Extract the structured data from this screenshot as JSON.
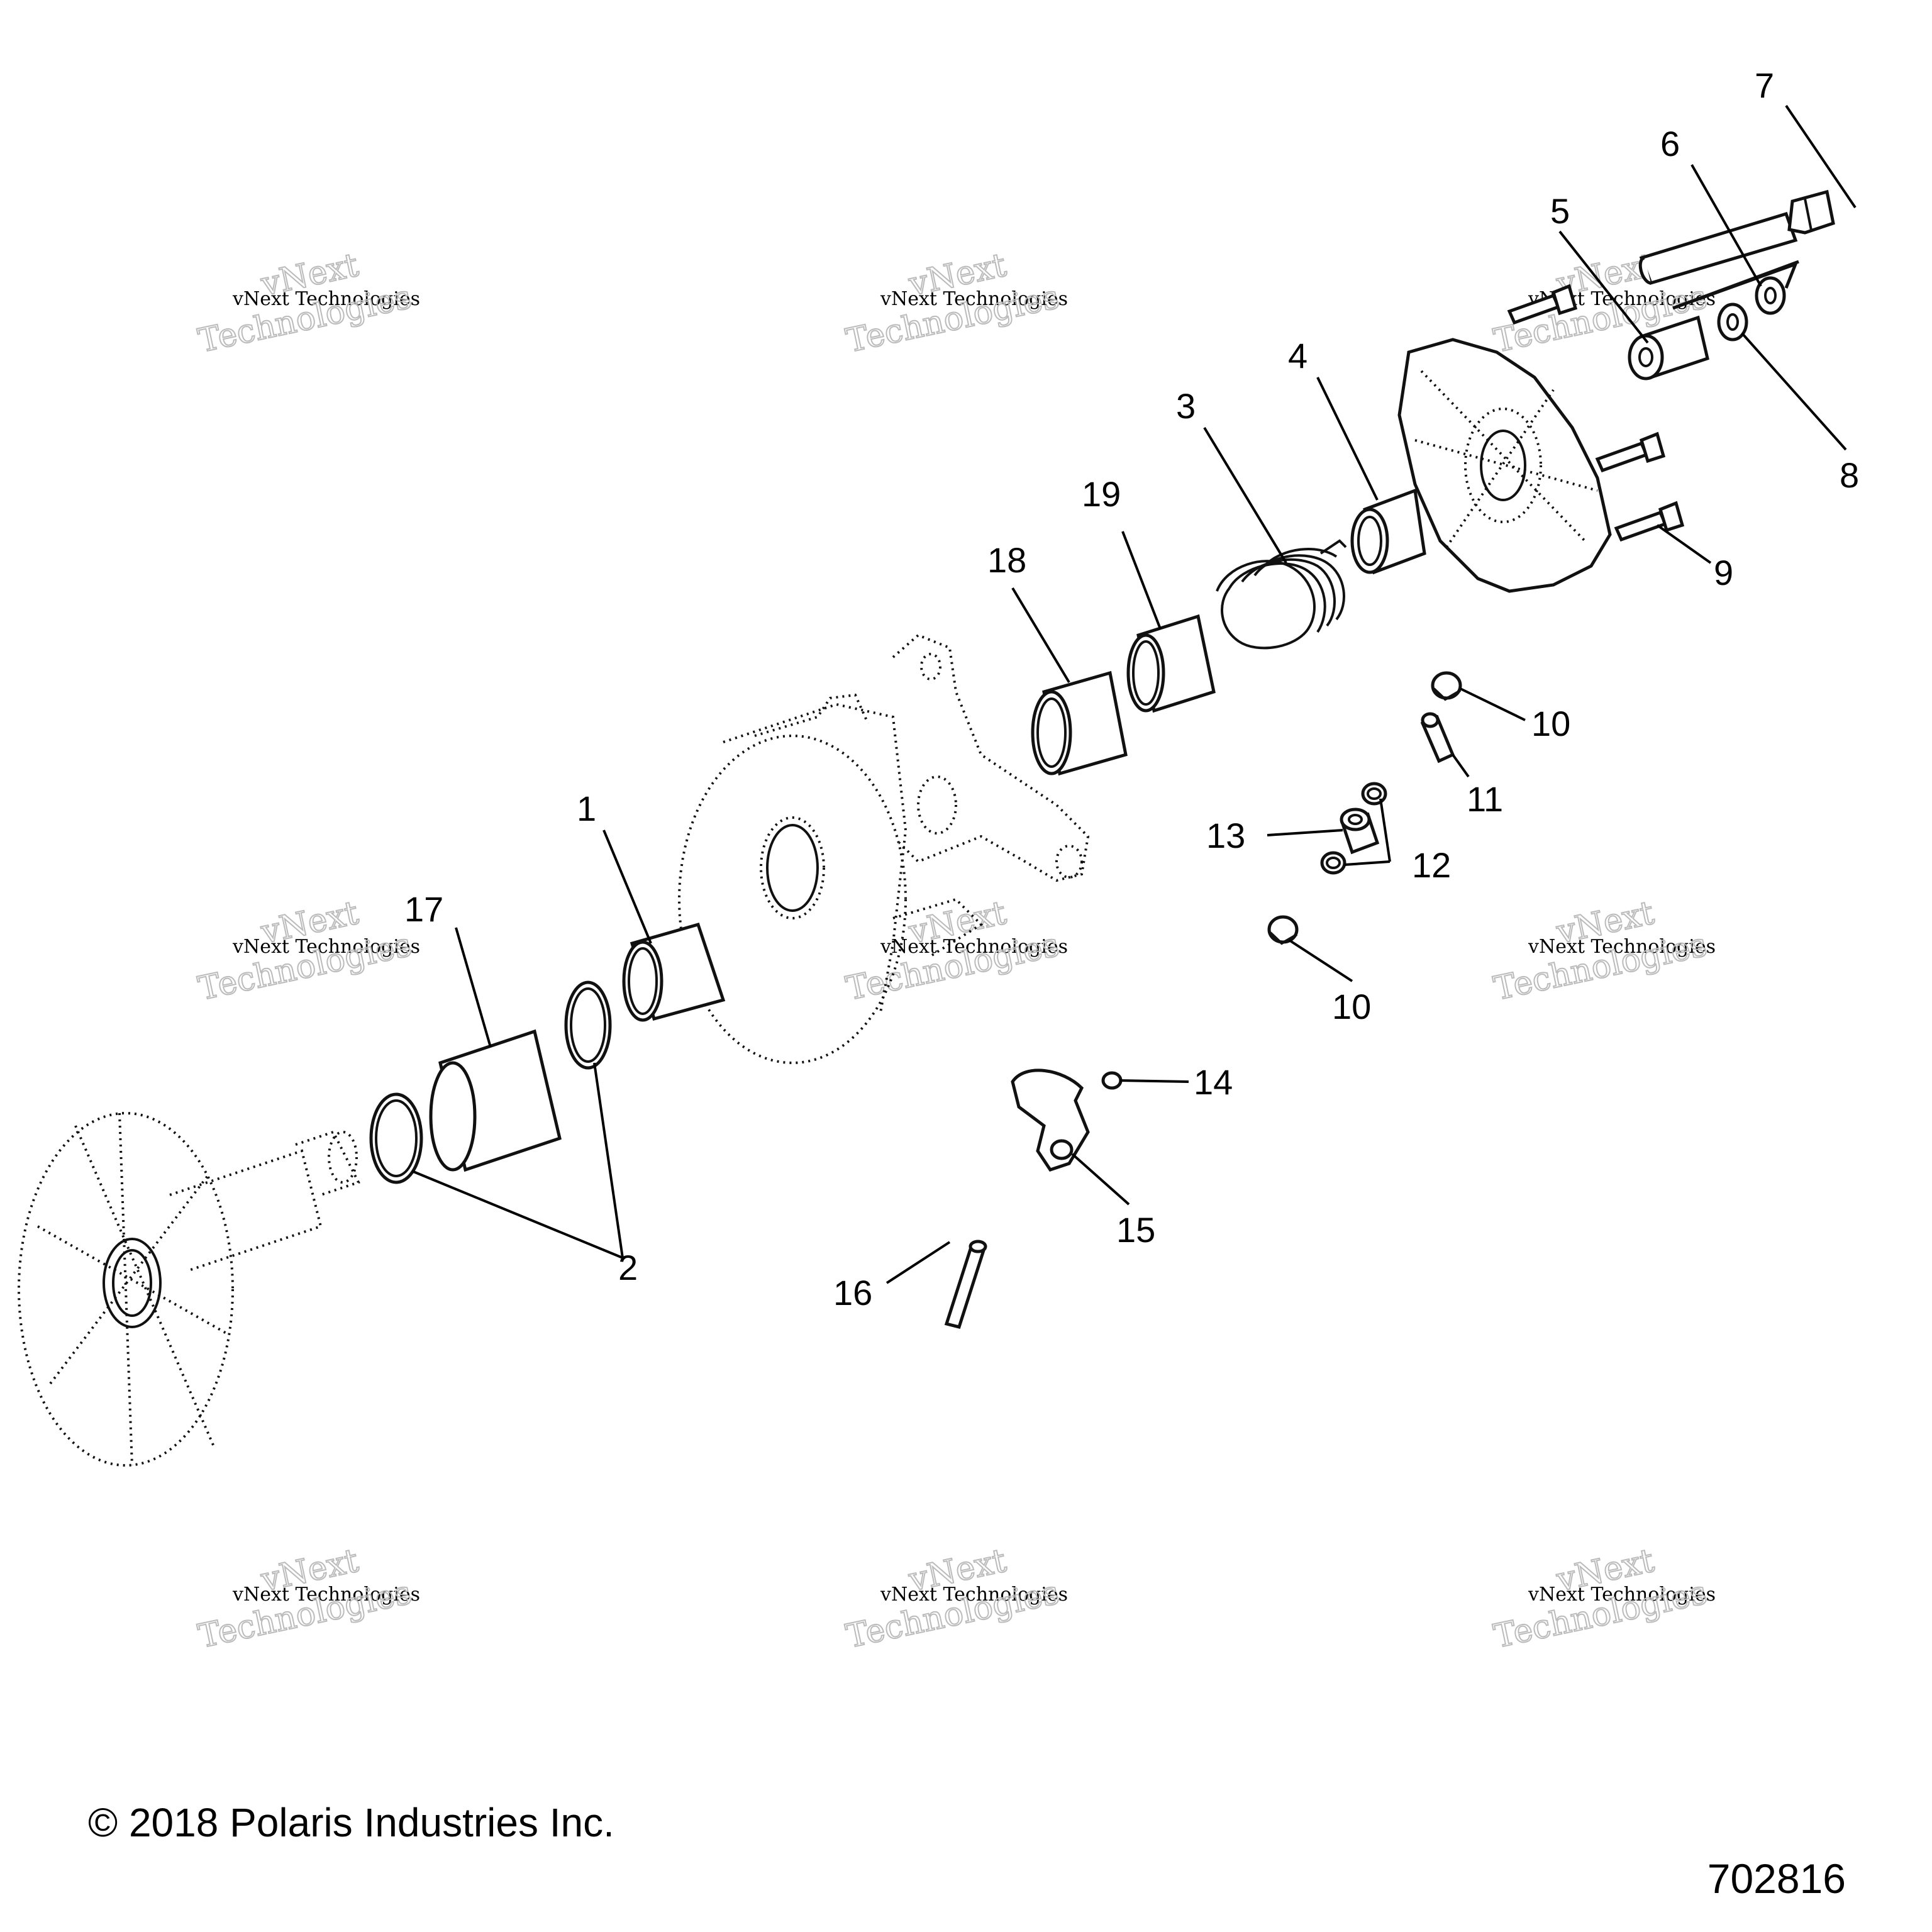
{
  "diagram": {
    "callouts": [
      "1",
      "2",
      "3",
      "4",
      "5",
      "6",
      "7",
      "8",
      "9",
      "10",
      "10",
      "11",
      "12",
      "13",
      "14",
      "15",
      "16",
      "17",
      "18",
      "19"
    ],
    "watermark": {
      "line1": "vNext",
      "line2": "vNext Technologies",
      "line3": "Technologies"
    },
    "copyright": "© 2018 Polaris Industries Inc.",
    "figure_number": "702816"
  }
}
